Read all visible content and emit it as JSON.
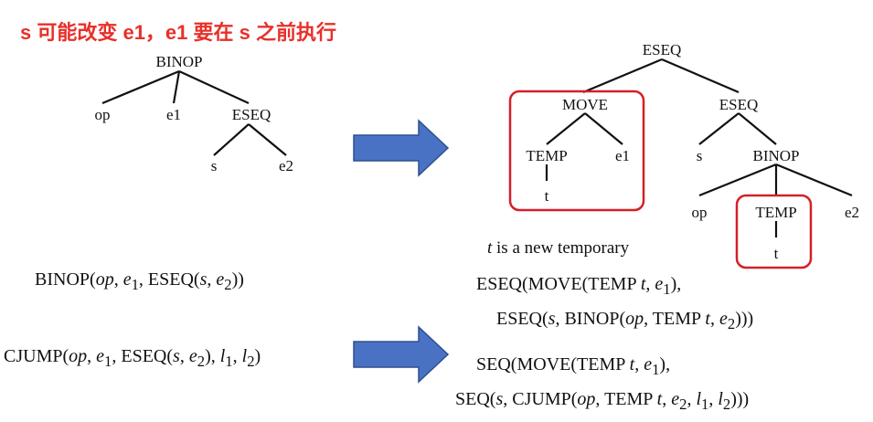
{
  "title": "s 可能改变 e1，e1 要在 s 之前执行",
  "left_tree": {
    "root": "BINOP",
    "op": "op",
    "e1": "e1",
    "eseq": "ESEQ",
    "s": "s",
    "e2": "e2"
  },
  "right_tree": {
    "root": "ESEQ",
    "move": "MOVE",
    "temp1": "TEMP",
    "t1": "t",
    "e1": "e1",
    "eseq2": "ESEQ",
    "s": "s",
    "binop": "BINOP",
    "op": "op",
    "temp2": "TEMP",
    "t2": "t",
    "e2": "e2"
  },
  "colors": {
    "title": "#e8302a",
    "highlight_box": "#d42027",
    "arrow_fill": "#4a72c4",
    "arrow_stroke": "#2f4f8f"
  },
  "note": "is a new temporary",
  "formulas": {
    "binop_ident": "BINOP",
    "binop_op": "op",
    "eseq": "ESEQ",
    "s": "s",
    "cjump": "CJUMP",
    "move": "MOVE",
    "temp": "TEMP",
    "t": "t",
    "seq": "SEQ",
    "l": "l"
  }
}
